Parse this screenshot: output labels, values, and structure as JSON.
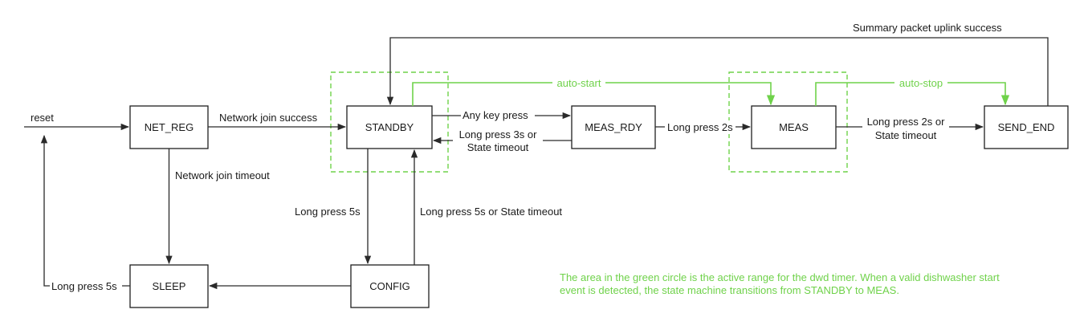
{
  "colors": {
    "stroke": "#2a2a2a",
    "accent_green": "#6fd24a"
  },
  "states": {
    "net_reg": "NET_REG",
    "standby": "STANDBY",
    "meas_rdy": "MEAS_RDY",
    "meas": "MEAS",
    "send_end": "SEND_END",
    "sleep": "SLEEP",
    "config": "CONFIG"
  },
  "edges": {
    "reset": "reset",
    "net_join_success": "Network join success",
    "net_join_timeout": "Network join timeout",
    "any_key_press": "Any key press",
    "long_press_3s_line1": "Long press 3s or",
    "long_press_3s_line2": "State timeout",
    "long_press_2s": "Long press 2s",
    "long_press_2s_timeout_line1": "Long press 2s or",
    "long_press_2s_timeout_line2": "State timeout",
    "summary_uplink": "Summary packet uplink success",
    "long_press_5s_config": "Long press 5s",
    "long_press_5s_or_timeout": "Long press 5s or State timeout",
    "long_press_5s_sleep": "Long press 5s",
    "auto_start": "auto-start",
    "auto_stop": "auto-stop"
  },
  "note": "The area in the green circle is the active range for the dwd timer. When a valid dishwasher start event is detected, the state machine transitions from STANDBY to MEAS."
}
